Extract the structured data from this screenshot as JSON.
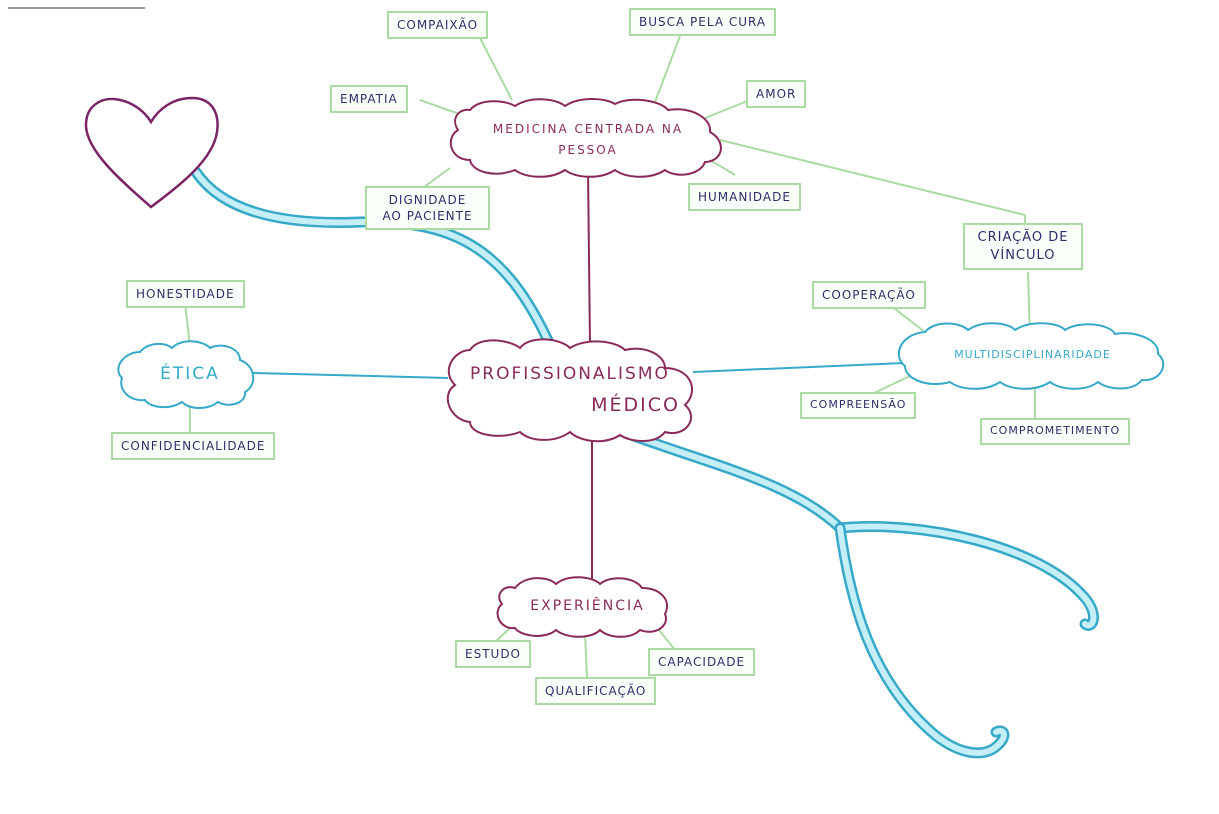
{
  "central": {
    "line1": "Profissionalismo",
    "line2": "Médico"
  },
  "branches": {
    "pessoa": {
      "line1": "Medicina centrada na",
      "line2": "pessoa"
    },
    "etica": {
      "label": "Ética"
    },
    "multi": {
      "label": "Multidisciplinaridade"
    },
    "experiencia": {
      "label": "Experiência"
    }
  },
  "leaves": {
    "compaixao": "Compaixão",
    "busca": "Busca pela cura",
    "empatia": "Empatia",
    "amor": "Amor",
    "humanidade": "Humanidade",
    "dignidade_1": "Dignidade",
    "dignidade_2": "ao paciente",
    "vinculo_1": "Criação de",
    "vinculo_2": "vínculo",
    "cooperacao": "Cooperação",
    "compreensao": "Compreensão",
    "comprometimento": "Comprometimento",
    "honestidade": "Honestidade",
    "confidencialidade": "Confidencialidade",
    "estudo": "Estudo",
    "qualificacao": "Qualificação",
    "capacidade": "Capacidade"
  },
  "colors": {
    "purple": "#8a2a5a",
    "blue": "#36a9c9",
    "green": "#a9dba3",
    "tube": "#a8e0ec"
  }
}
